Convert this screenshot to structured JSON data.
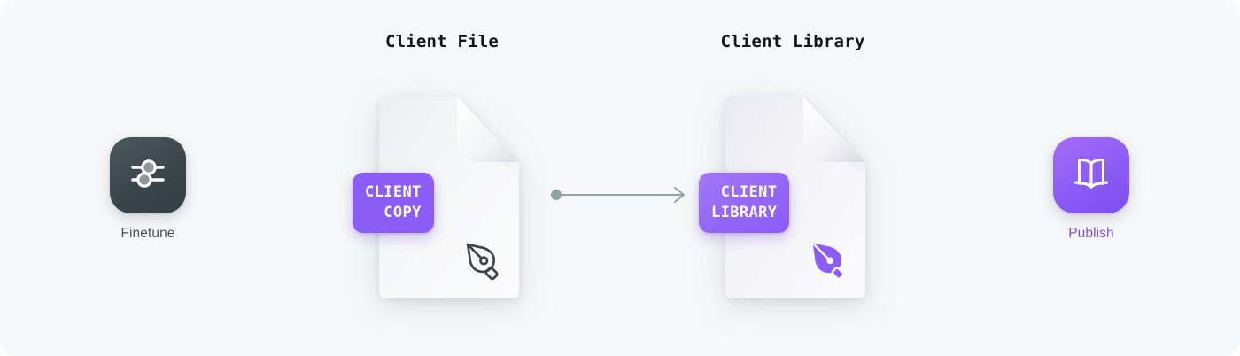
{
  "canvas": {
    "background": "#f7f8f9",
    "accent_purple": "#8b5cf6",
    "arrow_color": "#8fa3ad",
    "dark_tile": "#3b474c"
  },
  "columns": [
    {
      "id": "client-file",
      "title": "Client File"
    },
    {
      "id": "client-library",
      "title": "Client Library"
    }
  ],
  "tiles": [
    {
      "id": "finetune",
      "label": "Finetune",
      "icon": "sliders-icon",
      "label_color": "#4b5054",
      "tile_color": "#3b474c"
    },
    {
      "id": "publish",
      "label": "Publish",
      "icon": "open-book-icon",
      "label_color": "#7c4dee",
      "tile_color": "#8b5cf6"
    }
  ],
  "documents": [
    {
      "id": "client-file",
      "badge_line_1": "CLIENT",
      "badge_line_2": "COPY",
      "badge_color": "#8b5cf6",
      "nib_icon": "pen-nib-icon",
      "nib_color": "#3f4348",
      "nib_style": "outline",
      "sheet_tint": "#f3f4f6"
    },
    {
      "id": "client-library",
      "badge_line_1": "CLIENT",
      "badge_line_2": "LIBRARY",
      "badge_color": "#9466f6",
      "nib_icon": "pen-nib-icon",
      "nib_color": "#8b5cf6",
      "nib_style": "filled",
      "sheet_tint": "#f0eef6"
    }
  ],
  "connector": {
    "id": "flow-arrow",
    "from": "client-file",
    "to": "client-library",
    "color": "#8fa3ad",
    "start_marker": "dot",
    "end_marker": "arrowhead"
  }
}
